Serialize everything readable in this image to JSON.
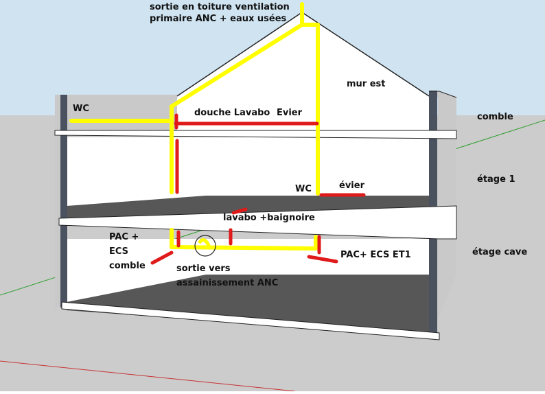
{
  "colors": {
    "sky": "#cfe3f1",
    "ground": "#cccccc",
    "wall_face": "#ffffff",
    "slab_edge": "#ffffff",
    "wall_dark": "#4a5260",
    "floor_dark": "#575757",
    "side_wall": "#c9c9c9",
    "pipe_yellow": "#ffff00",
    "pipe_red": "#e01a1a",
    "axis_green": "#2f9e2f",
    "axis_red": "#c83232"
  },
  "labels": {
    "vent_title": "sortie en toiture ventilation\nprimaire ANC + eaux usées",
    "mur_est": "mur est",
    "wc_top": "WC",
    "douche_lavabo": "douche Lavabo",
    "evier_top": "Evier",
    "comble": "comble",
    "etage1": "étage 1",
    "wc_mid": "WC",
    "evier_mid": "évier",
    "lavabo_baignoire": "lavabo +baignoire",
    "pac_ecs_comble": "PAC +\nECS\ncomble",
    "sortie_assainissement": "sortie vers\nassainissement ANC",
    "pac_ecs_et1": "PAC+ ECS ET1",
    "etage_cave": "étage cave"
  }
}
